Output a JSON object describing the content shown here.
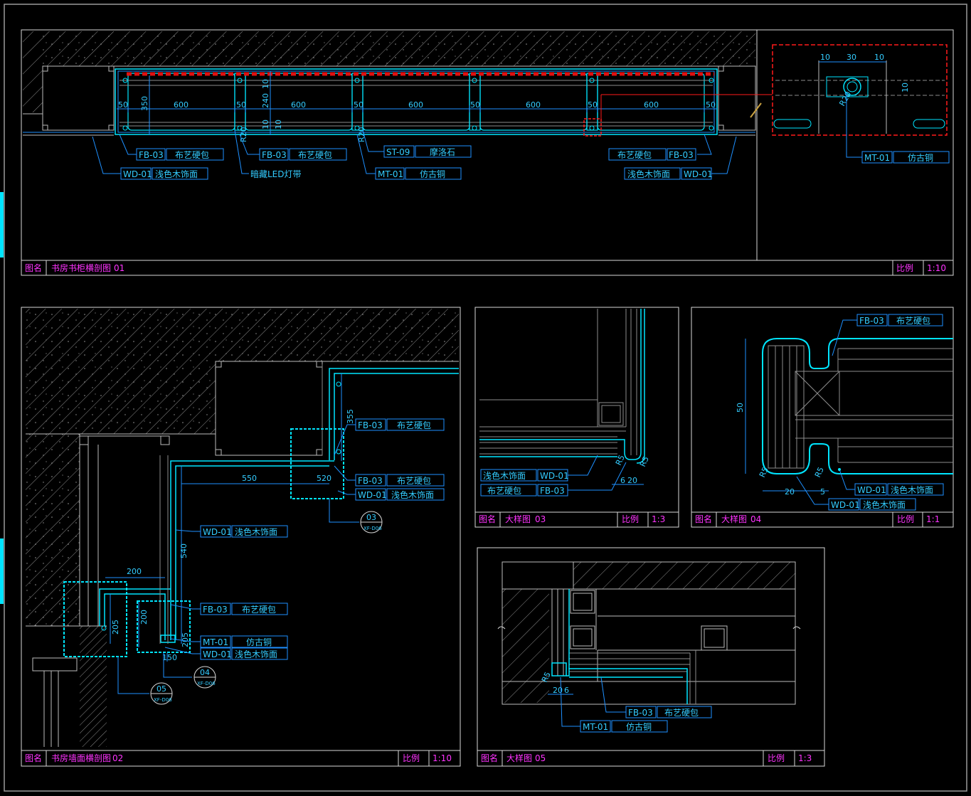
{
  "colors": {
    "background": "#000000",
    "frame": "#d9d9d9",
    "cyan": "#00e5ff",
    "blue": "#1e90ff",
    "magenta": "#ff33ff",
    "red": "#ff1a1a",
    "hatch": "#8c8c8c",
    "led": "#e01010"
  },
  "panels": {
    "p01": {
      "title_label": "图名",
      "title": "书房书柜横剖图",
      "number": "01",
      "scale_label": "比例",
      "scale": "1:10"
    },
    "p02": {
      "title_label": "图名",
      "title": "书房墙面横剖图",
      "number": "02",
      "scale_label": "比例",
      "scale": "1:10"
    },
    "p03": {
      "title_label": "图名",
      "title": "大样图",
      "number": "03",
      "scale_label": "比例",
      "scale": "1:3"
    },
    "p04": {
      "title_label": "图名",
      "title": "大样图",
      "number": "04",
      "scale_label": "比例",
      "scale": "1:1"
    },
    "p05": {
      "title_label": "图名",
      "title": "大样图",
      "number": "05",
      "scale_label": "比例",
      "scale": "1:3"
    }
  },
  "p01": {
    "dims": [
      "50",
      "350",
      "600",
      "50",
      "240",
      "10",
      "600",
      "50",
      "600",
      "50",
      "600",
      "50",
      "10",
      "10"
    ],
    "radius_dims": [
      "R20",
      "R20"
    ],
    "labels": [
      {
        "code": "FB-03",
        "text": "布艺硬包"
      },
      {
        "code": "WD-01",
        "text": "浅色木饰面"
      },
      {
        "code": "FB-03",
        "text": "布艺硬包"
      },
      {
        "text": "暗藏LED灯带"
      },
      {
        "code": "ST-09",
        "text": "摩洛石"
      },
      {
        "code": "MT-01",
        "text": "仿古铜"
      },
      {
        "code": "FB-03",
        "text": "布艺硬包"
      },
      {
        "code": "WD-01",
        "text": "浅色木饰面"
      }
    ],
    "detail_dims": [
      "10",
      "30",
      "10",
      "10",
      "R20"
    ],
    "detail_label": {
      "code": "MT-01",
      "text": "仿古铜"
    }
  },
  "p02": {
    "dims": [
      "355",
      "550",
      "520",
      "540",
      "200",
      "205",
      "200",
      "205",
      "150"
    ],
    "labels": [
      {
        "code": "FB-03",
        "text": "布艺硬包"
      },
      {
        "code": "FB-03",
        "text": "布艺硬包"
      },
      {
        "code": "WD-01",
        "text": "浅色木饰面"
      },
      {
        "code": "WD-01",
        "text": "浅色木饰面"
      },
      {
        "code": "FB-03",
        "text": "布艺硬包"
      },
      {
        "code": "MT-01",
        "text": "仿古铜"
      },
      {
        "code": "WD-01",
        "text": "浅色木饰面"
      }
    ],
    "callouts": [
      {
        "num": "03",
        "ref": "XF-D06"
      },
      {
        "num": "04",
        "ref": "XF-D06"
      },
      {
        "num": "05",
        "ref": "XF-D06"
      }
    ]
  },
  "p03": {
    "dims": [
      "R5",
      "R5",
      "6",
      "20"
    ],
    "labels": [
      {
        "code": "WD-01",
        "text": "浅色木饰面"
      },
      {
        "code": "FB-03",
        "text": "布艺硬包"
      }
    ]
  },
  "p04": {
    "dims": [
      "50",
      "R5",
      "R5",
      "20",
      "5"
    ],
    "labels": [
      {
        "code": "FB-03",
        "text": "布艺硬包"
      },
      {
        "code": "WD-01",
        "text": "浅色木饰面"
      },
      {
        "code": "WD-01",
        "text": "浅色木饰面"
      }
    ]
  },
  "p05": {
    "dims": [
      "R5",
      "20",
      "6"
    ],
    "labels": [
      {
        "code": "FB-03",
        "text": "布艺硬包"
      },
      {
        "code": "MT-01",
        "text": "仿古铜"
      }
    ]
  }
}
